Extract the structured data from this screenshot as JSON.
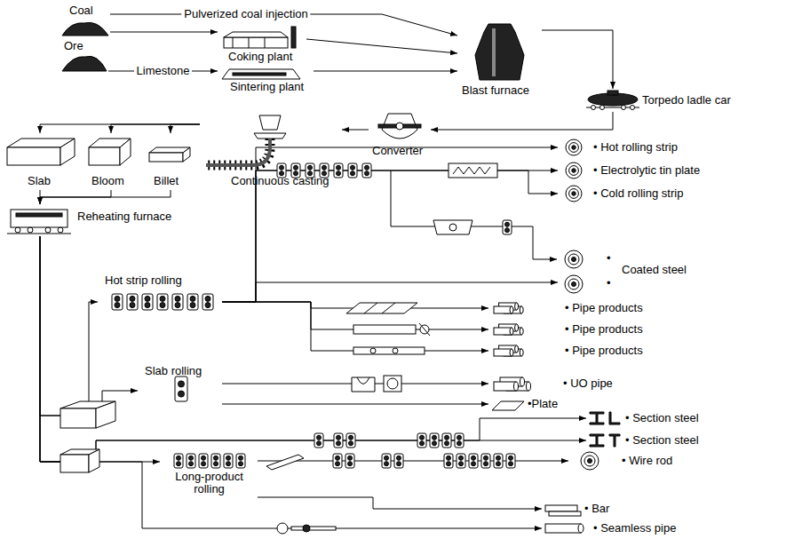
{
  "diagram": {
    "nodes": [
      {
        "text": [
          "Coal"
        ]
      },
      {
        "text": [
          "Ore"
        ]
      },
      {
        "text": [
          "Coking plant"
        ]
      },
      {
        "text": [
          "Sintering plant"
        ]
      },
      {
        "text": [
          "Blast furnace"
        ]
      },
      {
        "text": [
          "Torpedo ladle car"
        ]
      },
      {
        "text": [
          "Converter"
        ]
      },
      {
        "text": [
          "Continuous casting"
        ]
      },
      {
        "text": [
          "Slab"
        ]
      },
      {
        "text": [
          "Bloom"
        ]
      },
      {
        "text": [
          "Billet"
        ]
      },
      {
        "text": [
          "Reheating furnace"
        ]
      },
      {
        "text": [
          "Hot strip rolling"
        ]
      },
      {
        "text": [
          "• Hot rolling strip"
        ]
      },
      {
        "text": [
          "• Electrolytic tin plate"
        ]
      },
      {
        "text": [
          "• Cold rolling strip"
        ]
      },
      {
        "text": [
          "Coated steel"
        ]
      },
      {
        "text": [
          "• Pipe products"
        ]
      },
      {
        "text": [
          "• Pipe products"
        ]
      },
      {
        "text": [
          "• Pipe products"
        ]
      },
      {
        "text": [
          "Slab rolling"
        ]
      },
      {
        "text": [
          "• UO pipe"
        ]
      },
      {
        "text": [
          "•Plate"
        ]
      },
      {
        "text": [
          "• Section steel"
        ]
      },
      {
        "text": [
          "• Section steel"
        ]
      },
      {
        "text": [
          "Long-product rolling"
        ]
      },
      {
        "text": [
          "• Wire rod"
        ]
      },
      {
        "text": [
          "• Bar"
        ]
      },
      {
        "text": [
          "• Seamless pipe"
        ]
      }
    ],
    "edges": [
      {
        "from": 0,
        "to": 2,
        "arrow": "to"
      },
      {
        "from": 0,
        "to": 4,
        "arrow": "to",
        "label": "Pulverized coal injection"
      },
      {
        "from": 1,
        "to": 3,
        "arrow": "to",
        "label": "Limestone"
      },
      {
        "from": 2,
        "to": 4,
        "arrow": "to"
      },
      {
        "from": 3,
        "to": 4,
        "arrow": "to"
      },
      {
        "from": 4,
        "to": 5,
        "arrow": "to"
      },
      {
        "from": 5,
        "to": 6,
        "arrow": "to"
      },
      {
        "from": 6,
        "to": 7,
        "arrow": "to"
      },
      {
        "from": 7,
        "to": 8,
        "arrow": "to"
      },
      {
        "from": 7,
        "to": 9,
        "arrow": "to"
      },
      {
        "from": 7,
        "to": 10,
        "arrow": "to"
      },
      {
        "from": 8,
        "to": 11,
        "arrow": "to"
      },
      {
        "from": 9,
        "to": 11,
        "arrow": "to"
      },
      {
        "from": 10,
        "to": 11,
        "arrow": "to"
      },
      {
        "from": 11,
        "to": 12,
        "arrow": "to"
      },
      {
        "from": 12,
        "to": 13,
        "arrow": "to"
      },
      {
        "from": 12,
        "to": 14,
        "arrow": "to"
      },
      {
        "from": 12,
        "to": 15,
        "arrow": "to"
      },
      {
        "from": 12,
        "to": 16,
        "arrow": "to"
      },
      {
        "from": 12,
        "to": 17,
        "arrow": "to"
      },
      {
        "from": 12,
        "to": 18,
        "arrow": "to"
      },
      {
        "from": 12,
        "to": 19,
        "arrow": "to"
      },
      {
        "from": 11,
        "to": 20,
        "arrow": "to"
      },
      {
        "from": 20,
        "to": 21,
        "arrow": "to"
      },
      {
        "from": 20,
        "to": 22,
        "arrow": "to"
      },
      {
        "from": 11,
        "to": 23,
        "arrow": "to"
      },
      {
        "from": 11,
        "to": 24,
        "arrow": "to"
      },
      {
        "from": 11,
        "to": 25,
        "arrow": "to"
      },
      {
        "from": 25,
        "to": 26,
        "arrow": "to"
      },
      {
        "from": 25,
        "to": 27,
        "arrow": "to"
      },
      {
        "from": 11,
        "to": 28,
        "arrow": "to"
      }
    ],
    "labels": [
      "•",
      "•"
    ]
  }
}
